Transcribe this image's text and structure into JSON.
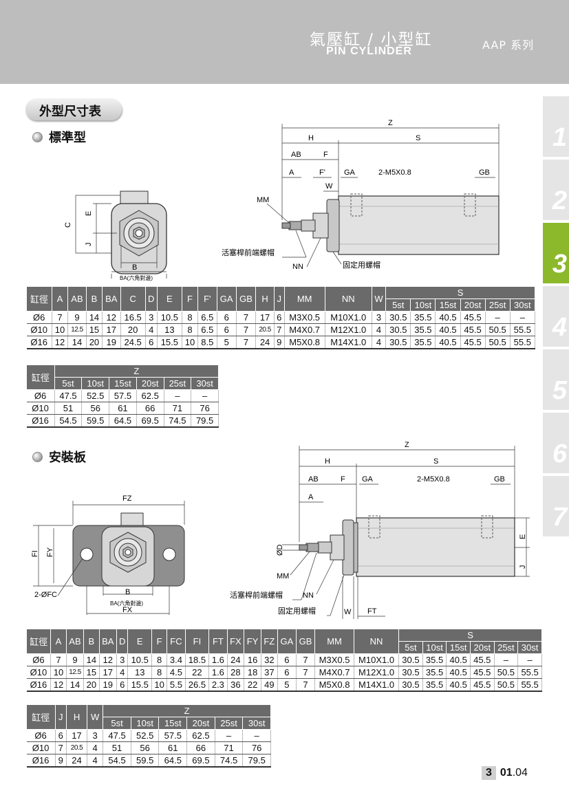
{
  "header": {
    "title_cn": "氣壓缸 / 小型缸",
    "title_en": "PIN CYLINDER",
    "series": "AAP 系列"
  },
  "section_title": "外型尺寸表",
  "sub_standard": "標準型",
  "sub_mount": "安裝板",
  "tabs": [
    "1",
    "2",
    "3",
    "4",
    "5",
    "6",
    "7"
  ],
  "drawing_labels": {
    "z": "Z",
    "h": "H",
    "s": "S",
    "ab": "AB",
    "f": "F",
    "a": "A",
    "fp": "F'",
    "w": "W",
    "ga": "GA",
    "gb": "GB",
    "port": "2-M5X0.8",
    "mm": "MM",
    "nn": "NN",
    "c": "C",
    "e": "E",
    "j": "J",
    "b": "B",
    "ba": "BA(六角對邊)",
    "rod_nut": "活塞桿前端螺帽",
    "fix_nut": "固定用螺帽",
    "fz": "FZ",
    "fi": "FI",
    "fy": "FY",
    "fc": "2-ØFC",
    "fx": "FX",
    "od": "ØD",
    "ft": "FT"
  },
  "table1": {
    "headers": [
      "缸徑",
      "A",
      "AB",
      "B",
      "BA",
      "C",
      "D",
      "E",
      "F",
      "F'",
      "GA",
      "GB",
      "H",
      "J",
      "MM",
      "NN",
      "W"
    ],
    "s_header": "S",
    "strokes": [
      "5st",
      "10st",
      "15st",
      "20st",
      "25st",
      "30st"
    ],
    "rows": [
      [
        "Ø6",
        "7",
        "9",
        "14",
        "12",
        "16.5",
        "3",
        "10.5",
        "8",
        "6.5",
        "6",
        "7",
        "17",
        "6",
        "M3X0.5",
        "M10X1.0",
        "3",
        "30.5",
        "35.5",
        "40.5",
        "45.5",
        "–",
        "–"
      ],
      [
        "Ø10",
        "10",
        "12.5",
        "15",
        "17",
        "20",
        "4",
        "13",
        "8",
        "6.5",
        "6",
        "7",
        "20.5",
        "7",
        "M4X0.7",
        "M12X1.0",
        "4",
        "30.5",
        "35.5",
        "40.5",
        "45.5",
        "50.5",
        "55.5"
      ],
      [
        "Ø16",
        "12",
        "14",
        "20",
        "19",
        "24.5",
        "6",
        "15.5",
        "10",
        "8.5",
        "5",
        "7",
        "24",
        "9",
        "M5X0.8",
        "M14X1.0",
        "4",
        "30.5",
        "35.5",
        "40.5",
        "45.5",
        "50.5",
        "55.5"
      ]
    ]
  },
  "table2": {
    "header": "缸徑",
    "z_header": "Z",
    "strokes": [
      "5st",
      "10st",
      "15st",
      "20st",
      "25st",
      "30st"
    ],
    "rows": [
      [
        "Ø6",
        "47.5",
        "52.5",
        "57.5",
        "62.5",
        "–",
        "–"
      ],
      [
        "Ø10",
        "51",
        "56",
        "61",
        "66",
        "71",
        "76"
      ],
      [
        "Ø16",
        "54.5",
        "59.5",
        "64.5",
        "69.5",
        "74.5",
        "79.5"
      ]
    ]
  },
  "table3": {
    "headers": [
      "缸徑",
      "A",
      "AB",
      "B",
      "BA",
      "D",
      "E",
      "F",
      "FC",
      "FI",
      "FT",
      "FX",
      "FY",
      "FZ",
      "GA",
      "GB",
      "MM",
      "NN"
    ],
    "s_header": "S",
    "strokes": [
      "5st",
      "10st",
      "15st",
      "20st",
      "25st",
      "30st"
    ],
    "rows": [
      [
        "Ø6",
        "7",
        "9",
        "14",
        "12",
        "3",
        "10.5",
        "8",
        "3.4",
        "18.5",
        "1.6",
        "24",
        "16",
        "32",
        "6",
        "7",
        "M3X0.5",
        "M10X1.0",
        "30.5",
        "35.5",
        "40.5",
        "45.5",
        "–",
        "–"
      ],
      [
        "Ø10",
        "10",
        "12.5",
        "15",
        "17",
        "4",
        "13",
        "8",
        "4.5",
        "22",
        "1.6",
        "28",
        "18",
        "37",
        "6",
        "7",
        "M4X0.7",
        "M12X1.0",
        "30.5",
        "35.5",
        "40.5",
        "45.5",
        "50.5",
        "55.5"
      ],
      [
        "Ø16",
        "12",
        "14",
        "20",
        "19",
        "6",
        "15.5",
        "10",
        "5.5",
        "26.5",
        "2.3",
        "36",
        "22",
        "49",
        "5",
        "7",
        "M5X0.8",
        "M14X1.0",
        "30.5",
        "35.5",
        "40.5",
        "45.5",
        "50.5",
        "55.5"
      ]
    ]
  },
  "table4": {
    "headers": [
      "缸徑",
      "J",
      "H",
      "W"
    ],
    "z_header": "Z",
    "strokes": [
      "5st",
      "10st",
      "15st",
      "20st",
      "25st",
      "30st"
    ],
    "rows": [
      [
        "Ø6",
        "6",
        "17",
        "3",
        "47.5",
        "52.5",
        "57.5",
        "62.5",
        "–",
        "–"
      ],
      [
        "Ø10",
        "7",
        "20.5",
        "4",
        "51",
        "56",
        "61",
        "66",
        "71",
        "76"
      ],
      [
        "Ø16",
        "9",
        "24",
        "4",
        "54.5",
        "59.5",
        "64.5",
        "69.5",
        "74.5",
        "79.5"
      ]
    ]
  },
  "footer": {
    "chapter": "3",
    "page": "01",
    "sub": ".04"
  }
}
